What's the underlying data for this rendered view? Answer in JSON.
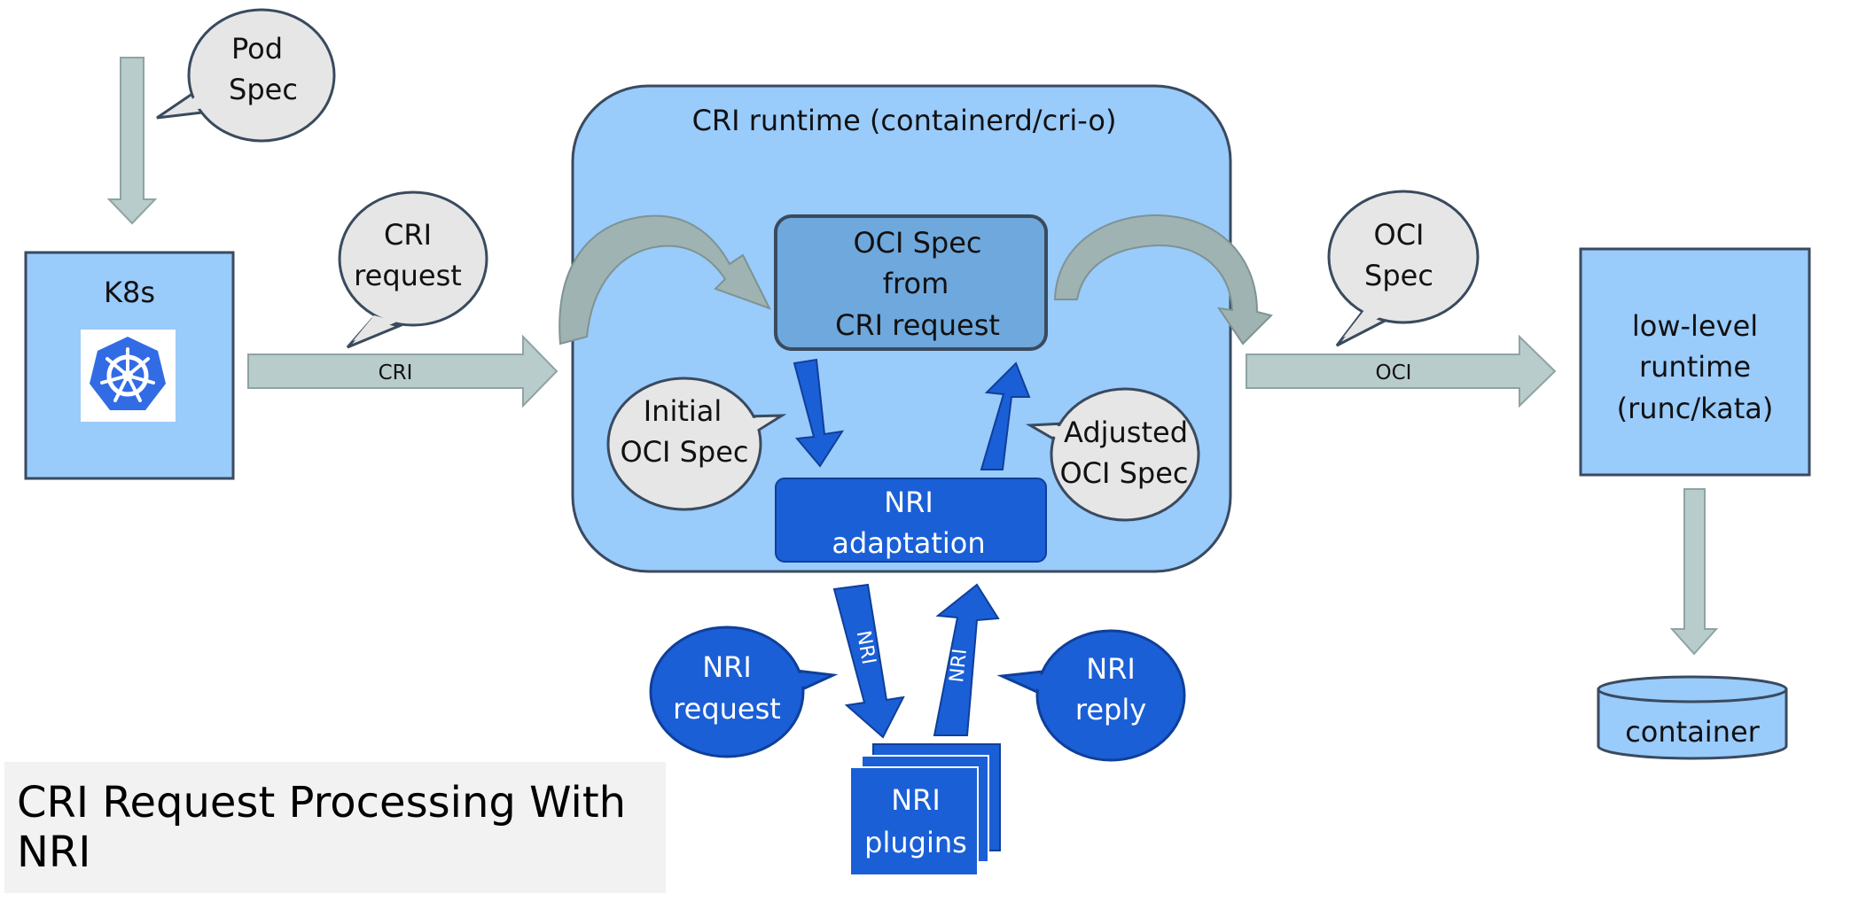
{
  "title": "CRI Request Processing With NRI",
  "colors": {
    "light_blue": "#99cbfb",
    "mid_blue": "#6fa8dc",
    "deep_blue": "#1a5fd6",
    "gray_arrow": "#b9cccc",
    "bubble_gray": "#e6e6e6",
    "outline": "#3a4a5e"
  },
  "bubbles": {
    "pod_spec": [
      "Pod",
      "Spec"
    ],
    "cri_request": [
      "CRI",
      "request"
    ],
    "oci_spec": [
      "OCI",
      "Spec"
    ],
    "initial_oci": [
      "Initial",
      "OCI Spec"
    ],
    "adjusted_oci": [
      "Adjusted",
      "OCI Spec"
    ],
    "nri_request": [
      "NRI",
      "request"
    ],
    "nri_reply": [
      "NRI",
      "reply"
    ]
  },
  "boxes": {
    "k8s": "K8s",
    "cri_runtime": "CRI runtime (containerd/cri-o)",
    "oci_from_cri": [
      "OCI Spec",
      "from",
      "CRI request"
    ],
    "nri_adaptation": [
      "NRI",
      "adaptation"
    ],
    "nri_plugins": [
      "NRI",
      "plugins"
    ],
    "low_level_runtime": [
      "low-level",
      "runtime",
      "(runc/kata)"
    ],
    "container": "container"
  },
  "arrows": {
    "cri": "CRI",
    "oci": "OCI",
    "nri_down": "NRI",
    "nri_up": "NRI"
  },
  "icons": {
    "k8s_logo": "kubernetes-helm-icon"
  }
}
